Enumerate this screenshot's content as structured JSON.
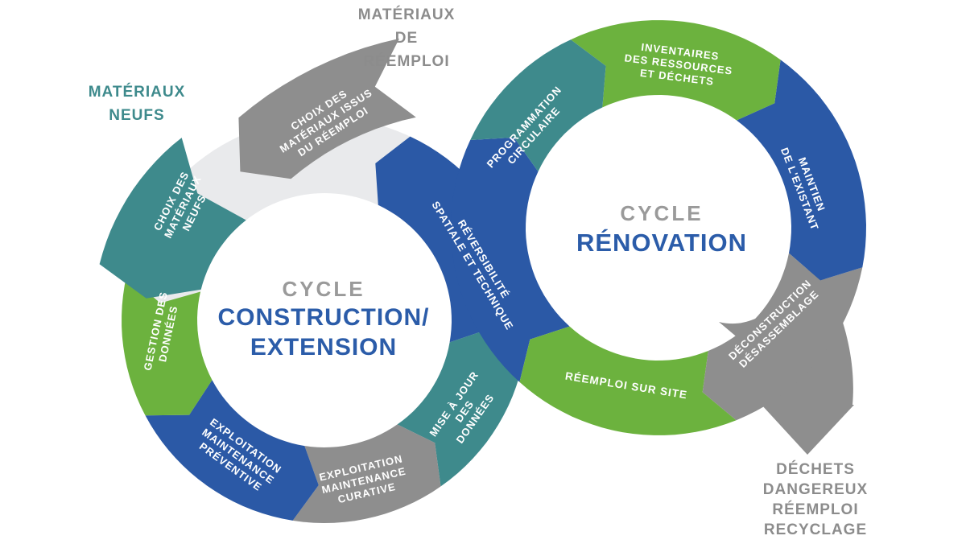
{
  "diagram": {
    "background": "#ffffff",
    "colors": {
      "teal": "#3E8A8C",
      "green": "#6CB23E",
      "blue": "#2B59A6",
      "gray": "#8E8E8E",
      "light_ring": "#E9EAEC",
      "title_gray": "#9A9A9A",
      "title_blue": "#2B5CA9",
      "band_text": "#FFFFFF"
    },
    "left_cycle": {
      "title": {
        "line1": "CYCLE",
        "line2": "CONSTRUCTION/",
        "line3": "EXTENSION"
      },
      "segments": [
        {
          "id": "choix_reemploi",
          "color": "gray",
          "lines": [
            "CHOIX DES",
            "MATÉRIAUX ISSUS",
            "DU RÉEMPLOI"
          ]
        },
        {
          "id": "choix_neufs",
          "color": "teal",
          "lines": [
            "CHOIX DES",
            "MATÉRIAUX",
            "NEUFS"
          ]
        },
        {
          "id": "gestion",
          "color": "green",
          "lines": [
            "GESTION DES",
            "DONNÉES"
          ]
        },
        {
          "id": "preventive",
          "color": "blue",
          "lines": [
            "EXPLOITATION",
            "MAINTENANCE",
            "PRÉVENTIVE"
          ]
        },
        {
          "id": "curative",
          "color": "gray",
          "lines": [
            "EXPLOITATION",
            "MAINTENANCE",
            "CURATIVE"
          ]
        },
        {
          "id": "mise",
          "color": "teal",
          "lines": [
            "MISE À JOUR",
            "DES",
            "DONNÉES"
          ]
        },
        {
          "id": "rev_left",
          "color": "blue",
          "lines": [
            "RÉVERSIBILITÉ",
            "SPATIALE ET TECHNIQUE"
          ]
        }
      ]
    },
    "right_cycle": {
      "title": {
        "line1": "CYCLE",
        "line2": "RÉNOVATION"
      },
      "segments": [
        {
          "id": "rev_right",
          "color": "blue",
          "lines": []
        },
        {
          "id": "programmation",
          "color": "teal",
          "lines": [
            "PROGRAMMATION",
            "CIRCULAIRE"
          ]
        },
        {
          "id": "inventaires",
          "color": "green",
          "lines": [
            "INVENTAIRES",
            "DES RESSOURCES",
            "ET DÉCHETS"
          ]
        },
        {
          "id": "maintien",
          "color": "blue",
          "lines": [
            "MAINTIEN",
            "DE L'EXISTANT"
          ]
        },
        {
          "id": "deconstruction",
          "color": "gray",
          "lines": [
            "DÉCONSTRUCTION",
            "DÉSASSEMBLAGE"
          ]
        },
        {
          "id": "reemploi",
          "color": "green",
          "lines": [
            "RÉEMPLOI SUR SITE"
          ]
        },
        {
          "id": "dechets_exit",
          "color": "gray",
          "lines": []
        }
      ]
    },
    "external_labels": {
      "materiaux_reemploi": {
        "color": "#8C8C8C",
        "lines": [
          "MATÉRIAUX",
          "DE",
          "RÉEMPLOI"
        ]
      },
      "materiaux_neufs": {
        "color": "#3E8A8C",
        "lines": [
          "MATÉRIAUX",
          "NEUFS"
        ]
      },
      "dechets": {
        "color": "#8C8C8C",
        "lines": [
          "DÉCHETS",
          "DANGEREUX",
          "RÉEMPLOI",
          "RECYCLAGE"
        ]
      }
    }
  }
}
